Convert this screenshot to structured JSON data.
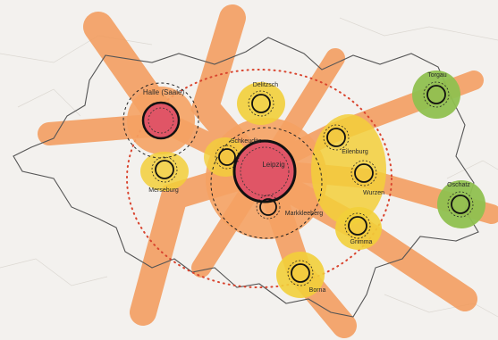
{
  "map": {
    "colors": {
      "background": "#f3f1ee",
      "corridor": "#f39a5a",
      "influence_orange": "#f5a263",
      "influence_yellow": "#f2cf3a",
      "influence_green": "#8fc04f",
      "core_red": "#e05566",
      "boundary": "#555555",
      "ring_dotted_red": "#d9442e"
    },
    "cities": {
      "halle": "Halle (Saale)",
      "delitzsch": "Delitzsch",
      "schkeuditz": "Schkeuditz",
      "merseburg": "Merseburg",
      "leipzig": "Leipzig",
      "markkleeberg": "Markkleeberg",
      "eilenburg": "Eilenburg",
      "wurzen": "Wurzen",
      "grimma": "Grimma",
      "borna": "Borna",
      "torgau": "Torgau",
      "oschatz": "Oschatz"
    }
  }
}
